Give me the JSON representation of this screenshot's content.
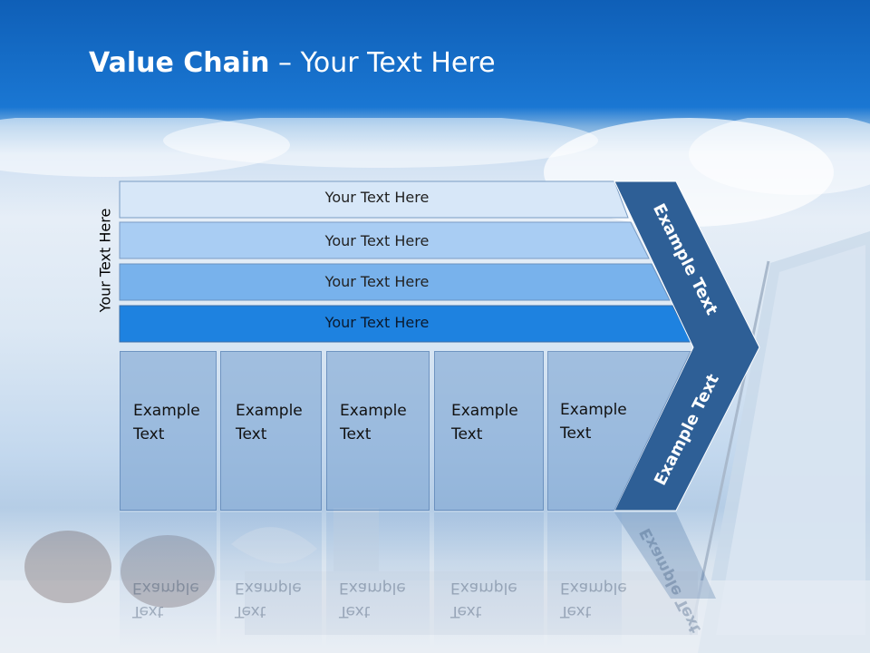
{
  "title": {
    "bold": "Value Chain",
    "rest": " – Your Text Here"
  },
  "side_label": "Your Text Here",
  "bars": [
    "Your Text Here",
    "Your Text Here",
    "Your Text Here",
    "Your Text Here"
  ],
  "columns": [
    {
      "line1": "Example",
      "line2": "Text"
    },
    {
      "line1": "Example",
      "line2": "Text"
    },
    {
      "line1": "Example",
      "line2": "Text"
    },
    {
      "line1": "Example",
      "line2": "Text"
    },
    {
      "line1": "Example",
      "line2": "Text"
    }
  ],
  "arrow": {
    "upper": "Example Text",
    "lower": "Example Text"
  },
  "colors": {
    "title_bar": "#1a77d3",
    "arrow": "#2e5f96",
    "bar1": "#d7e7f8",
    "bar2": "#a9cdf3",
    "bar3": "#78b2ec",
    "bar4": "#1e82e0"
  }
}
